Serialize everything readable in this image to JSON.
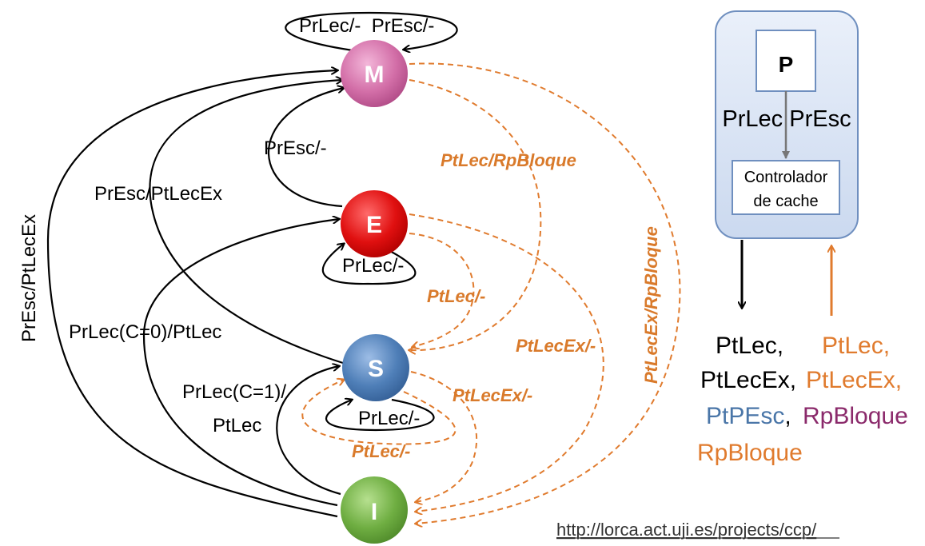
{
  "states": {
    "m": "M",
    "e": "E",
    "s": "S",
    "i": "I"
  },
  "labels": {
    "m_loop": "PrLec/-  PrEsc/-",
    "e_to_m": "PrEsc/-",
    "s_to_m": "PrEsc/PtLecEx",
    "i_to_m": "PrEsc/PtLecEx",
    "e_loop": "PrLec/-",
    "i_to_e": "PrLec(C=0)/PtLec",
    "i_to_s_1": "PrLec(C=1)/",
    "i_to_s_2": "PtLec",
    "s_loop": "PrLec/-",
    "m_to_s": "PtLec/RpBloque",
    "e_to_s": "PtLec/-",
    "e_to_i": "PtLecEx/-",
    "s_to_i": "PtLecEx/-",
    "i_loop": "PtLec/-",
    "m_to_i": "PtLecEx/RpBloque"
  },
  "box": {
    "processor": "P",
    "signals": "PrLec PrEsc",
    "controller_1": "Controlador",
    "controller_2": "de cache"
  },
  "outputs": {
    "black_1": "PtLec,",
    "black_2": "PtLecEx,",
    "blue": "PtPEsc",
    "comma": ",",
    "orange": "RpBloque"
  },
  "inputs": {
    "orange_1": "PtLec,",
    "orange_2": "PtLecEx,",
    "purple": "RpBloque"
  },
  "url": "http://lorca.act.uji.es/projects/ccp/",
  "colors": {
    "m": "#d36fa8",
    "e": "#e01010",
    "s": "#4f7fb8",
    "i": "#6fae42",
    "orange": "#e07b2e",
    "box_fill": "#dbe6f5",
    "box_stroke": "#6f8fbf",
    "blue_text": "#4a76a8",
    "purple_text": "#8b2a6b"
  }
}
